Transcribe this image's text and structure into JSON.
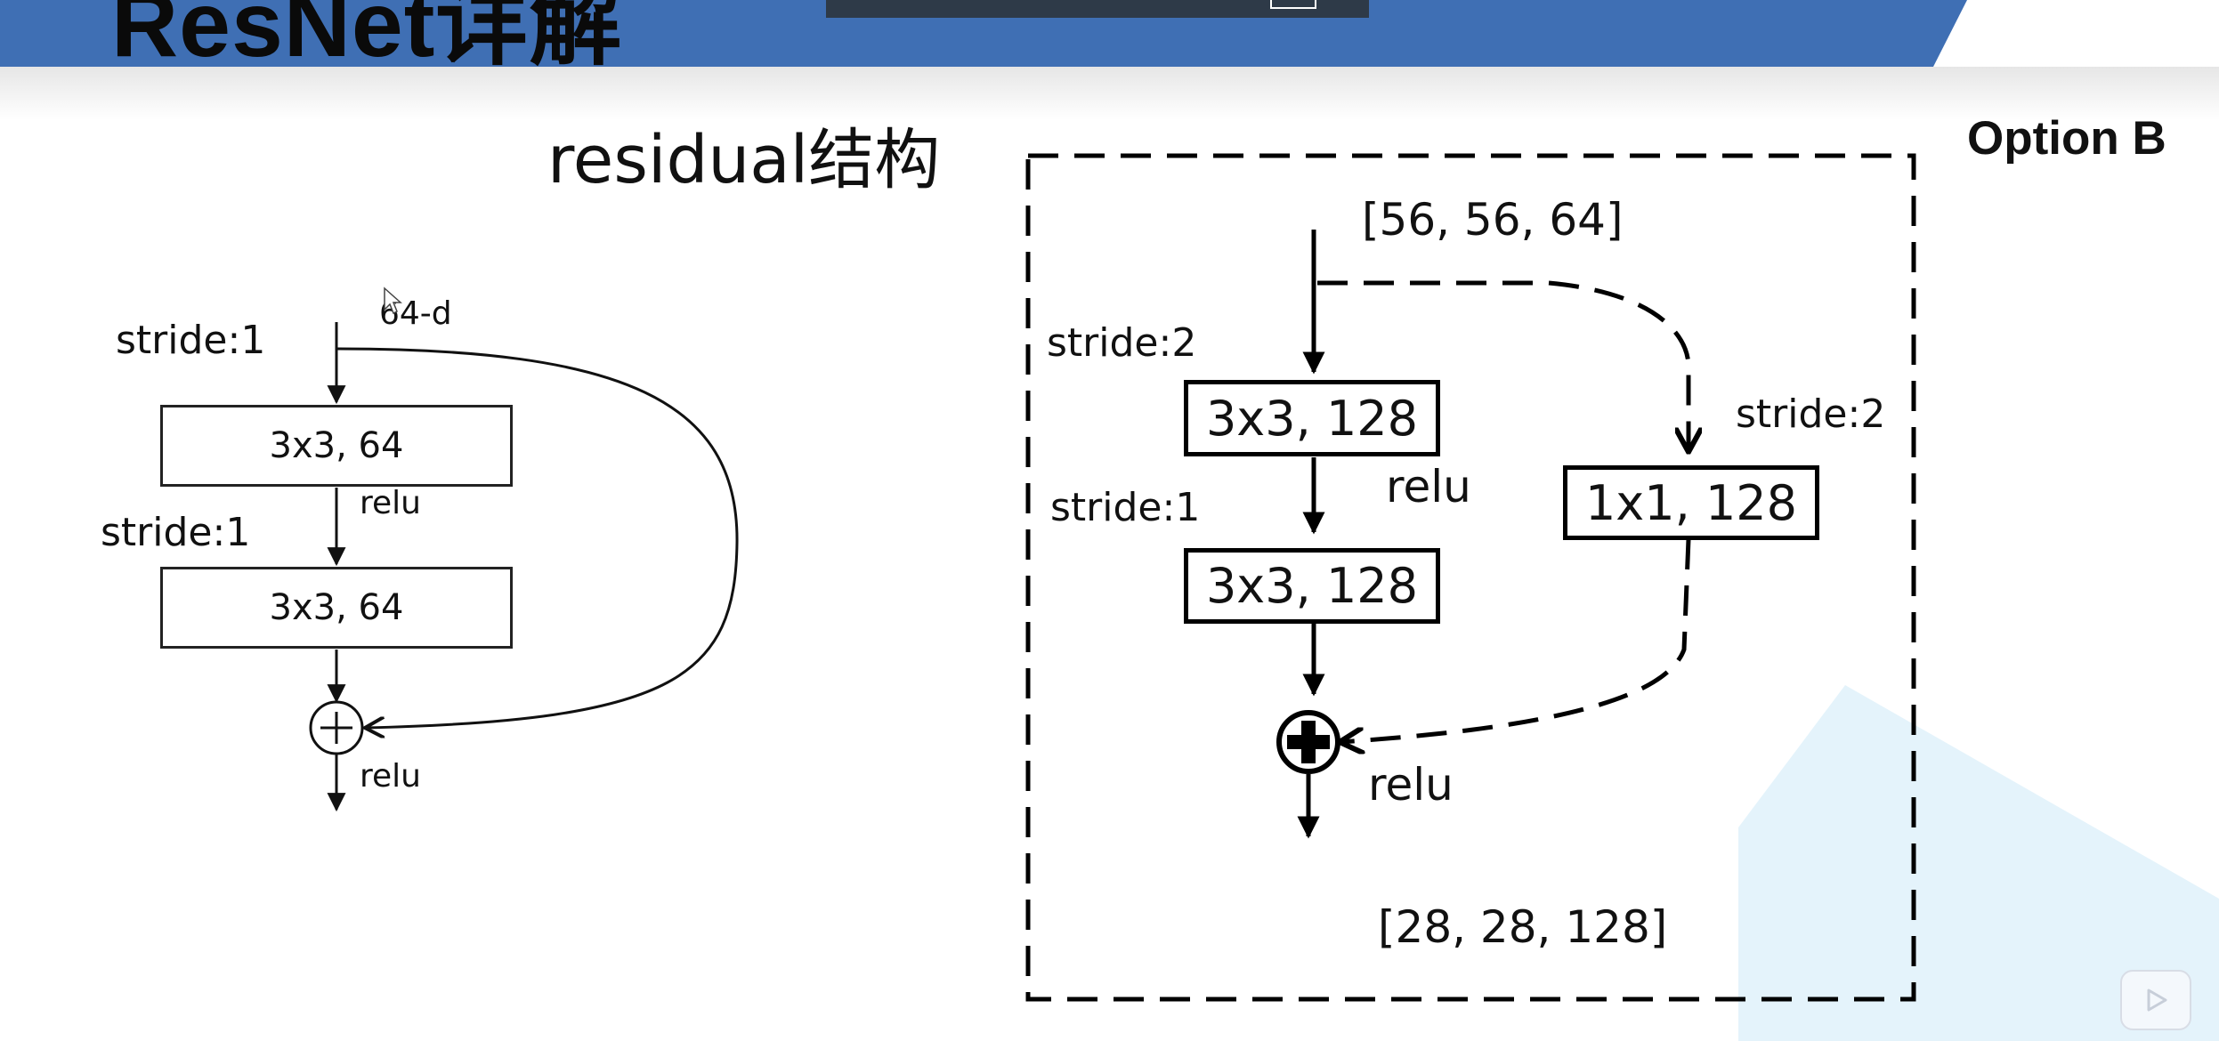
{
  "header": {
    "title": "ResNet详解",
    "bar_color": "#3f6fb4"
  },
  "left_diagram": {
    "title": "residual结构",
    "input_label": "64-d",
    "stride_top": "stride:1",
    "stride_mid": "stride:1",
    "conv1": "3x3, 64",
    "conv2": "3x3, 64",
    "relu_mid": "relu",
    "relu_out": "relu"
  },
  "right_diagram": {
    "title": "Option B",
    "input_shape": "[56, 56, 64]",
    "output_shape": "[28, 28, 128]",
    "stride_conv1": "stride:2",
    "stride_conv2": "stride:1",
    "stride_shortcut": "stride:2",
    "conv1": "3x3, 128",
    "conv2": "3x3, 128",
    "shortcut_conv": "1x1, 128",
    "relu_mid": "relu",
    "relu_out": "relu"
  },
  "icons": {
    "cursor": "mouse-pointer-icon",
    "play": "play-icon",
    "add": "plus-circle-icon"
  }
}
